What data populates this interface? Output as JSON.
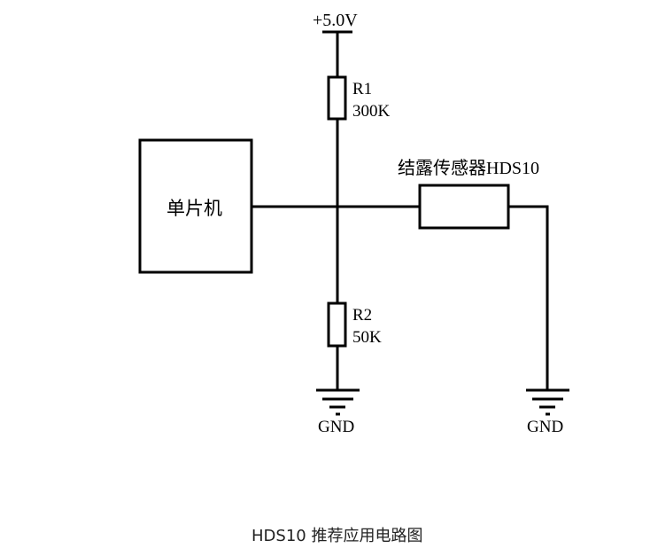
{
  "diagram": {
    "supply_label": "+5.0V",
    "r1": {
      "name": "R1",
      "value": "300K"
    },
    "r2": {
      "name": "R2",
      "value": "50K"
    },
    "mcu_label": "单片机",
    "sensor_label": "结露传感器HDS10",
    "gnd_left_label": "GND",
    "gnd_right_label": "GND",
    "caption": "HDS10 推荐应用电路图"
  }
}
